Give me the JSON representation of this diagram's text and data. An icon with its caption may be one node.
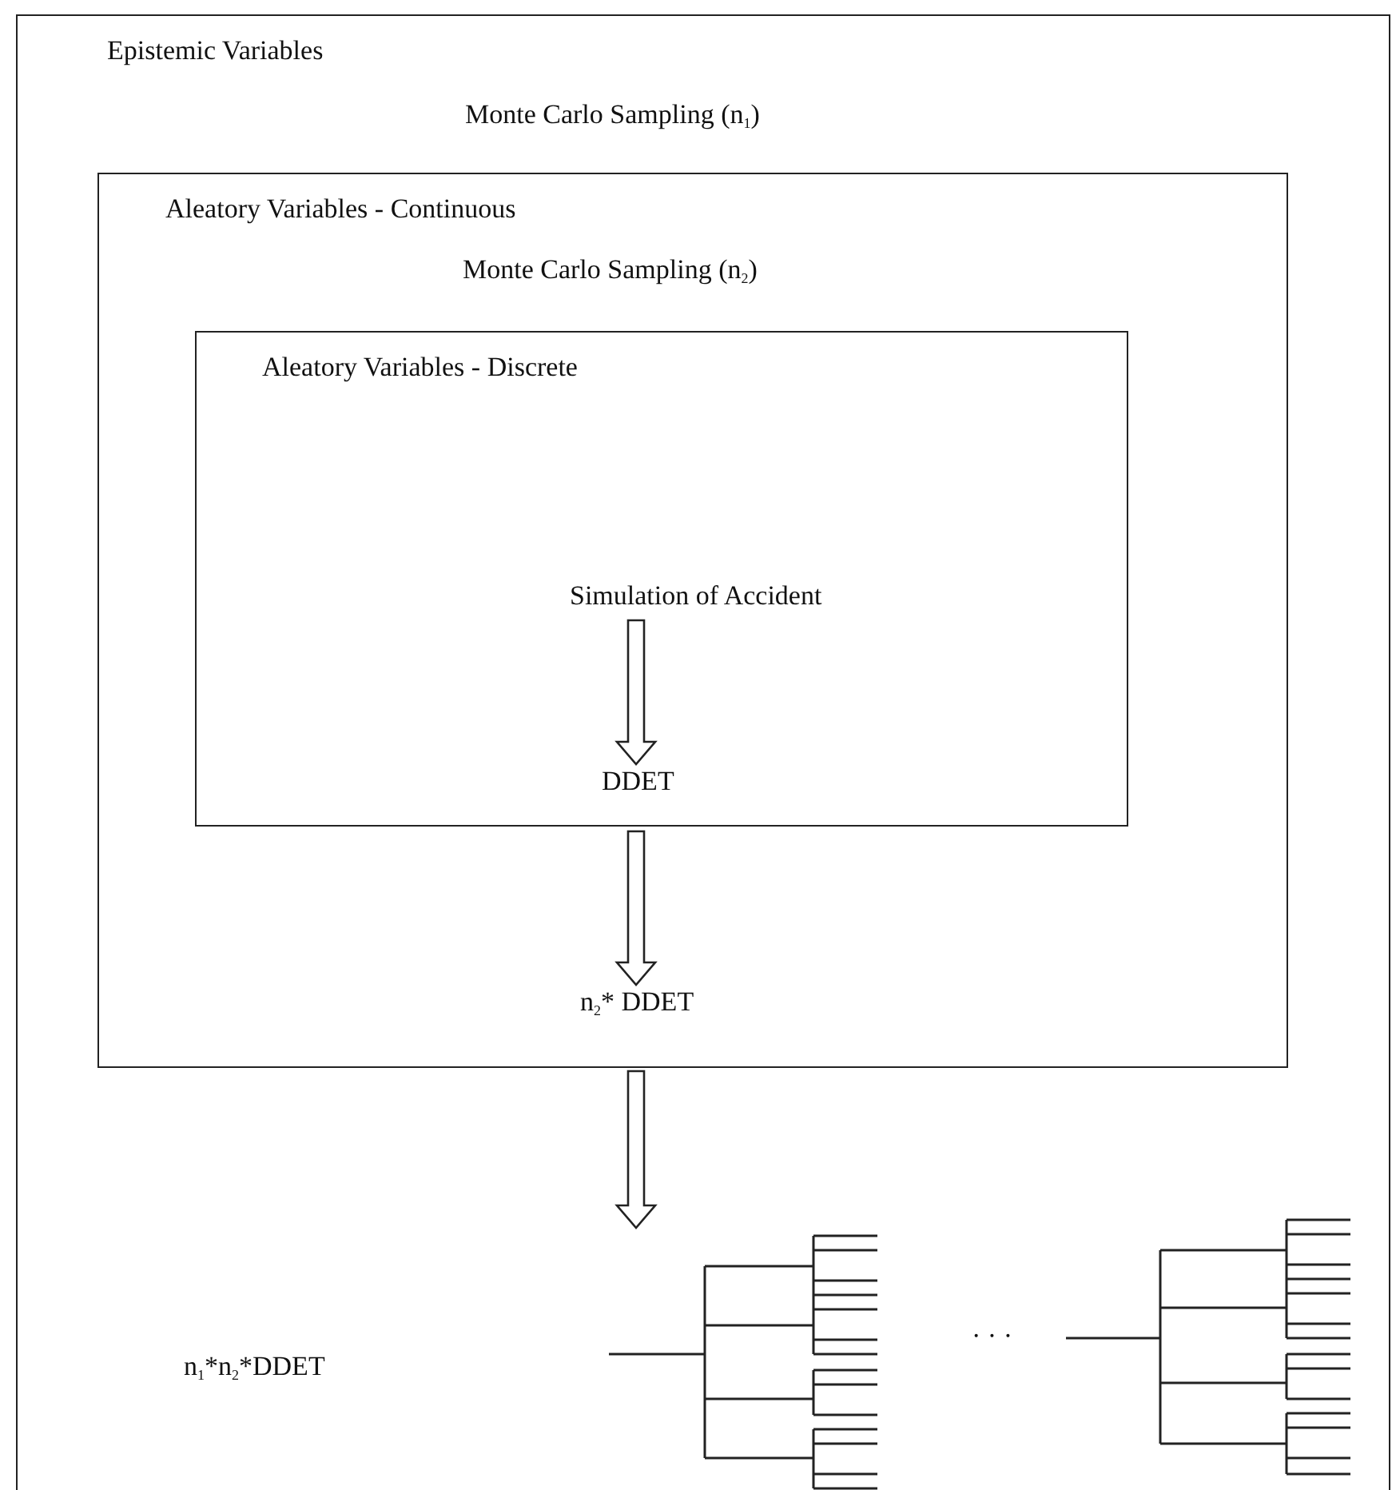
{
  "diagram": {
    "nodes": [
      {
        "text": [
          "Epistemic Variables",
          "Monte Carlo Sampling (n$_{1}$)"
        ]
      },
      {
        "text": [
          "Aleatory Variables - Continuous",
          "Monte Carlo Sampling (n$_{2}$)"
        ],
        "in": 0
      },
      {
        "text": [
          "Aleatory Variables - Discrete"
        ],
        "in": 1
      },
      {
        "text": [
          "Simulation of Accident"
        ],
        "in": 2
      },
      {
        "text": [
          "DDET"
        ],
        "in": 2
      },
      {
        "text": [
          "n$_{2}$* DDET"
        ],
        "in": 1
      },
      {
        "text": [],
        "shape": "picture",
        "in": 0
      },
      {
        "text": [],
        "shape": "picture",
        "in": 0
      }
    ],
    "edges": [
      {
        "from": 3,
        "to": 4,
        "arrow": "to"
      },
      {
        "from": 2,
        "to": 5,
        "arrow": "to"
      },
      {
        "from": 1,
        "to": 6,
        "arrow": "to"
      }
    ],
    "labels": [
      "n$_{1}$*n$_{2}$*DDET",
      "· · ·"
    ]
  }
}
